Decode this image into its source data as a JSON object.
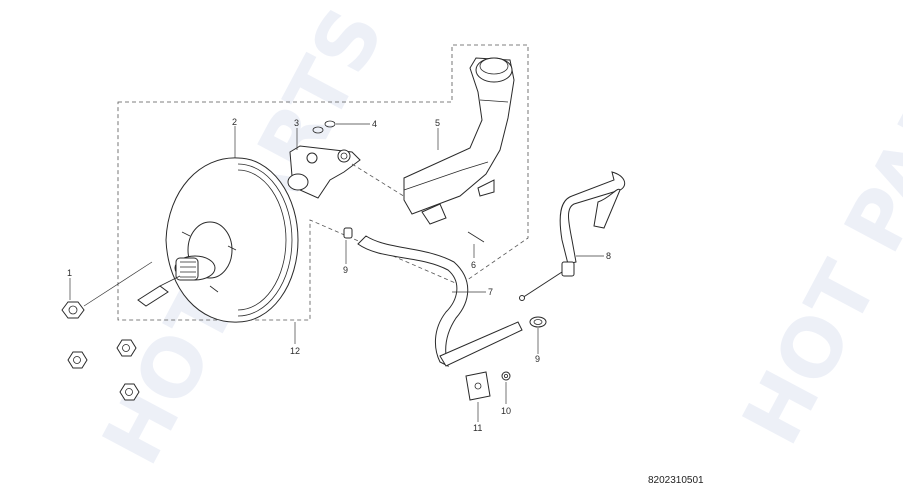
{
  "diagram": {
    "reference_code": "8202310501",
    "watermark_text": "HOT PARTS",
    "callouts": [
      {
        "id": "1",
        "label": "1"
      },
      {
        "id": "2",
        "label": "2"
      },
      {
        "id": "3",
        "label": "3"
      },
      {
        "id": "4",
        "label": "4"
      },
      {
        "id": "5",
        "label": "5"
      },
      {
        "id": "6",
        "label": "6"
      },
      {
        "id": "7",
        "label": "7"
      },
      {
        "id": "8",
        "label": "8"
      },
      {
        "id": "9a",
        "label": "9"
      },
      {
        "id": "9b",
        "label": "9"
      },
      {
        "id": "10",
        "label": "10"
      },
      {
        "id": "11",
        "label": "11"
      },
      {
        "id": "12",
        "label": "12"
      }
    ]
  }
}
